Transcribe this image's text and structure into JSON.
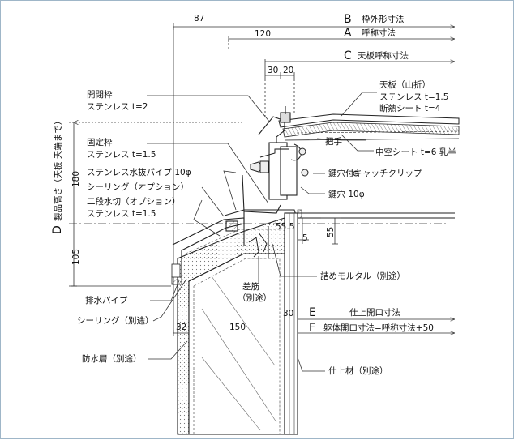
{
  "dimensions": {
    "d87": "87",
    "d120": "120",
    "d30": "30",
    "d20": "20",
    "d180": "180",
    "d105": "105",
    "d55_5": "55.5",
    "d5": "5",
    "d55": "55",
    "d30b": "30",
    "d32": "32",
    "d150": "150"
  },
  "dim_lines": {
    "B": {
      "letter": "B",
      "text": "枠外形寸法"
    },
    "A": {
      "letter": "A",
      "text": "呼称寸法"
    },
    "C": {
      "letter": "C",
      "text": "天板呼称寸法"
    },
    "E": {
      "letter": "E",
      "text": "仕上開口寸法"
    },
    "F": {
      "letter": "F",
      "text": "躯体開口寸法=呼称寸法+50"
    },
    "D": {
      "letter": "D",
      "text": "製品高さ（天板 天端まで）"
    }
  },
  "labels": {
    "kaiheiwaku_1": "開閉枠",
    "kaiheiwaku_2": "ステンレス t=2",
    "koteiwaku_1": "固定枠",
    "koteiwaku_2": "ステンレス t=1.5",
    "mizunuki_pipe": "ステンレス水抜パイプ 10φ",
    "sealing_opt": "シーリング（オプション）",
    "nidan_1": "二段水切（オプション）",
    "nidan_2": "ステンレス t=1.5",
    "haisui_pipe": "排水パイプ",
    "sealing_betto": "シーリング（別途）",
    "bousui": "防水層（別途）",
    "tenban_1": "天板（山折）",
    "tenban_2": "ステンレス t=1.5",
    "tenban_3": "断熱シート t=4",
    "totte": "把手",
    "chukuu": "中空シート t=6 乳半",
    "kagi_clip": "鍵穴付キャッチクリップ",
    "kagiana": "鍵穴 10φ",
    "tsume_mortar": "詰めモルタル（別途）",
    "sashikin_1": "差筋",
    "sashikin_2": "（別途）",
    "shiage": "仕上材（別途）"
  }
}
